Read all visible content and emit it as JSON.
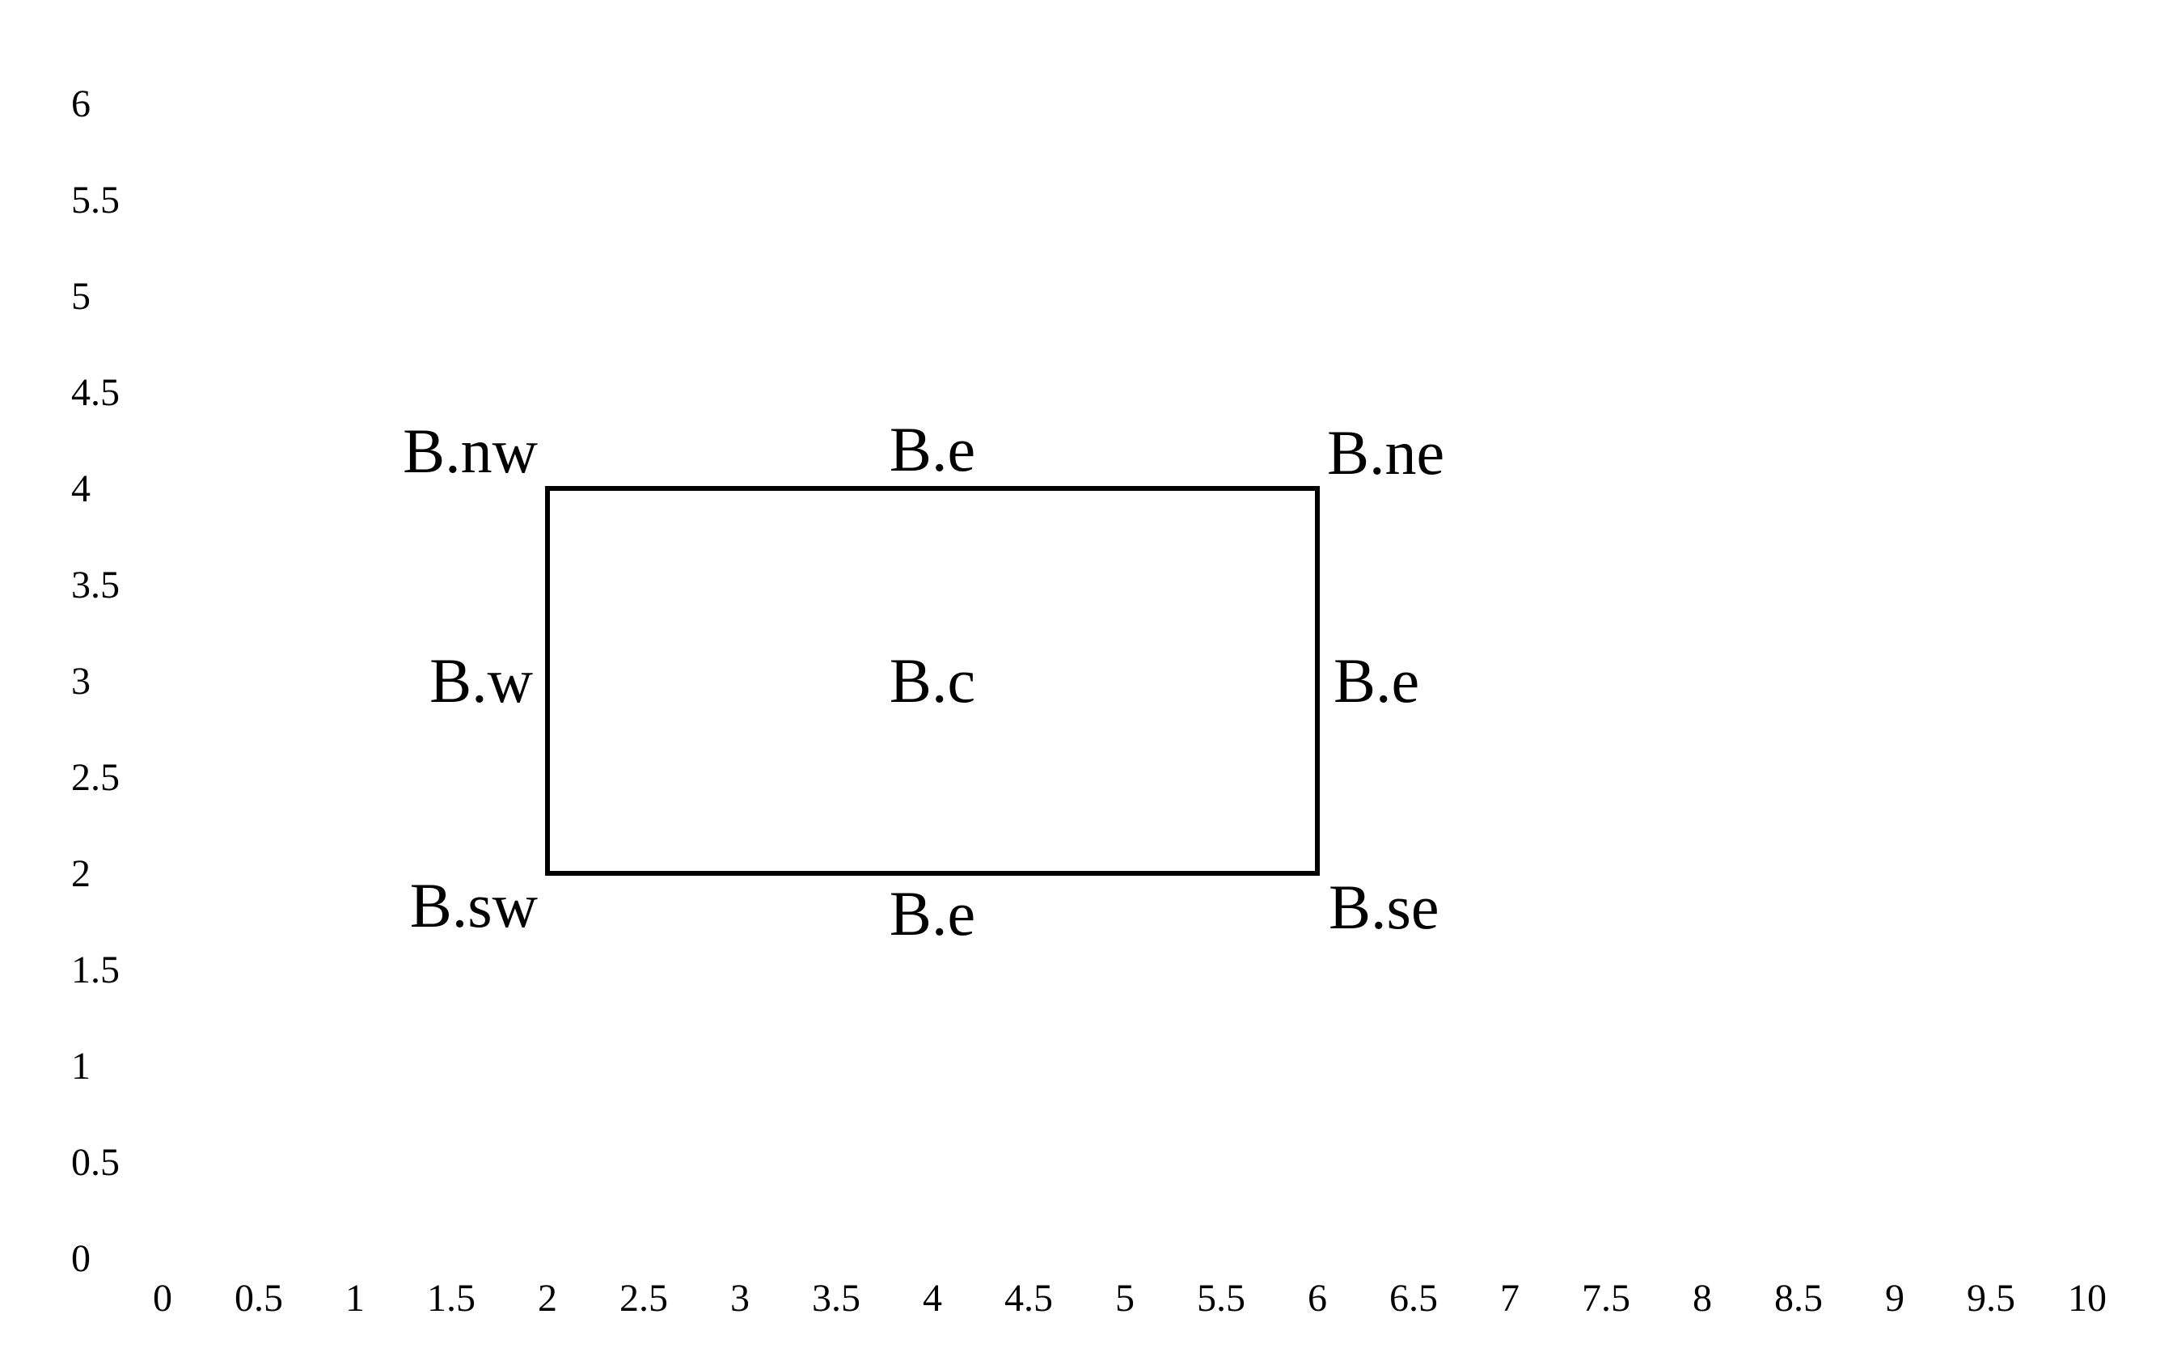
{
  "axes": {
    "x_ticks": [
      "0",
      "0.5",
      "1",
      "1.5",
      "2",
      "2.5",
      "3",
      "3.5",
      "4",
      "4.5",
      "5",
      "5.5",
      "6",
      "6.5",
      "7",
      "7.5",
      "8",
      "8.5",
      "9",
      "9.5",
      "10"
    ],
    "y_ticks": [
      "0",
      "0.5",
      "1",
      "1.5",
      "2",
      "2.5",
      "3",
      "3.5",
      "4",
      "4.5",
      "5",
      "5.5",
      "6"
    ],
    "xlim": [
      0,
      10
    ],
    "ylim": [
      0,
      6
    ]
  },
  "box": {
    "x_min": 2,
    "x_max": 6,
    "y_min": 2,
    "y_max": 4,
    "stroke": "#000000"
  },
  "labels": [
    {
      "id": "nw",
      "text": "B.nw",
      "x": 2,
      "y": 4,
      "anchor": "end",
      "pos": "above-left"
    },
    {
      "id": "n",
      "text": "B.e",
      "x": 4,
      "y": 4,
      "anchor": "middle",
      "pos": "above"
    },
    {
      "id": "ne",
      "text": "B.ne",
      "x": 6,
      "y": 4,
      "anchor": "start",
      "pos": "above-right"
    },
    {
      "id": "w",
      "text": "B.w",
      "x": 2,
      "y": 3,
      "anchor": "end",
      "pos": "left"
    },
    {
      "id": "c",
      "text": "B.c",
      "x": 4,
      "y": 3,
      "anchor": "middle",
      "pos": "center"
    },
    {
      "id": "e",
      "text": "B.e",
      "x": 6,
      "y": 3,
      "anchor": "start",
      "pos": "right"
    },
    {
      "id": "sw",
      "text": "B.sw",
      "x": 2,
      "y": 2,
      "anchor": "end",
      "pos": "below-left"
    },
    {
      "id": "s",
      "text": "B.e",
      "x": 4,
      "y": 2,
      "anchor": "middle",
      "pos": "below"
    },
    {
      "id": "se",
      "text": "B.se",
      "x": 6,
      "y": 2,
      "anchor": "start",
      "pos": "below-right"
    }
  ]
}
